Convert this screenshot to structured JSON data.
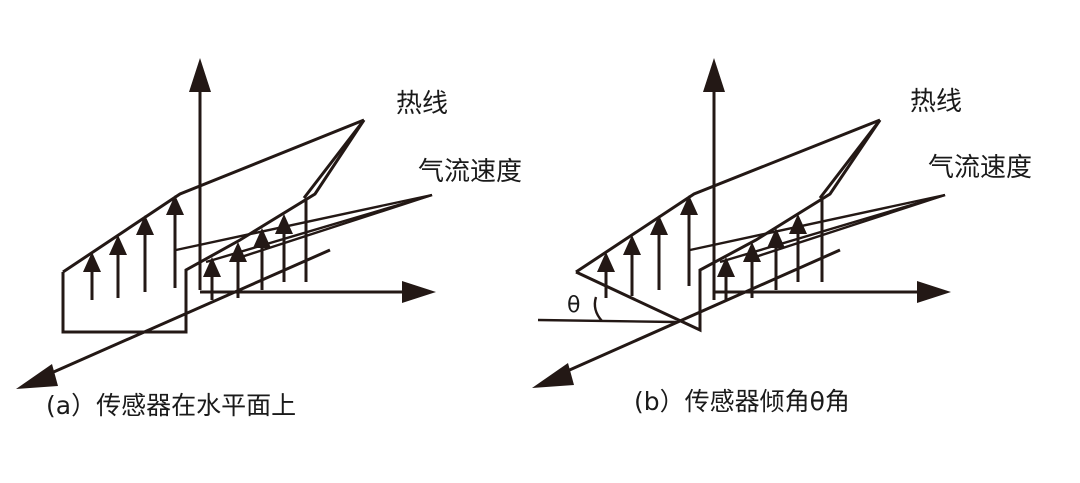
{
  "panel_a": {
    "label_hotwire": "热线",
    "label_flow": "气流速度",
    "caption": "(a）传感器在水平面上"
  },
  "panel_b": {
    "label_hotwire": "热线",
    "label_flow": "气流速度",
    "label_theta": "θ",
    "caption": "(b）传感器倾角θ角"
  },
  "colors": {
    "ink": "#231815",
    "background": "#ffffff"
  }
}
